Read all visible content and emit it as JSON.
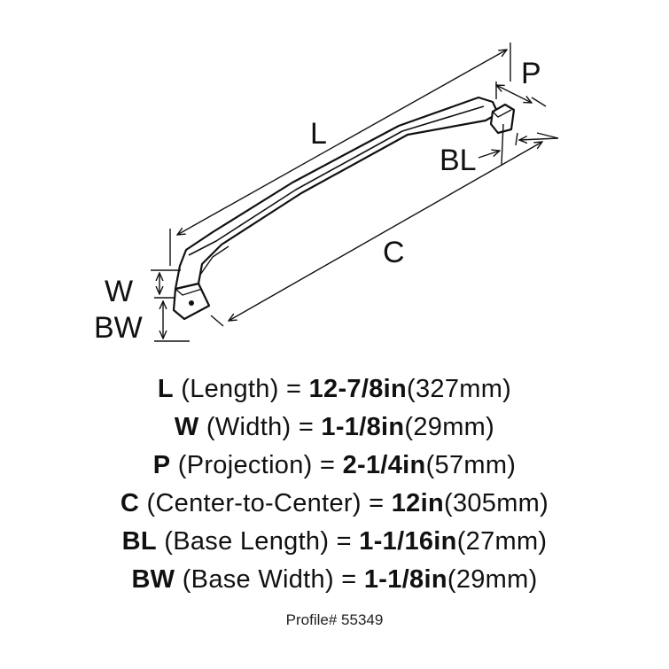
{
  "diagram": {
    "labels": {
      "L": "L",
      "P": "P",
      "BL": "BL",
      "C": "C",
      "W": "W",
      "BW": "BW"
    }
  },
  "specs": [
    {
      "abbr": "L",
      "name": "(Length)",
      "value": "12-7/8in",
      "metric": "(327mm)"
    },
    {
      "abbr": "W",
      "name": "(Width)",
      "value": "1-1/8in",
      "metric": "(29mm)"
    },
    {
      "abbr": "P",
      "name": "(Projection)",
      "value": "2-1/4in",
      "metric": "(57mm)"
    },
    {
      "abbr": "C",
      "name": "(Center-to-Center)",
      "value": "12in",
      "metric": "(305mm)"
    },
    {
      "abbr": "BL",
      "name": "(Base Length)",
      "value": "1-1/16in",
      "metric": "(27mm)"
    },
    {
      "abbr": "BW",
      "name": "(Base Width)",
      "value": "1-1/8in",
      "metric": "(29mm)"
    }
  ],
  "profile": "Profile# 55349"
}
